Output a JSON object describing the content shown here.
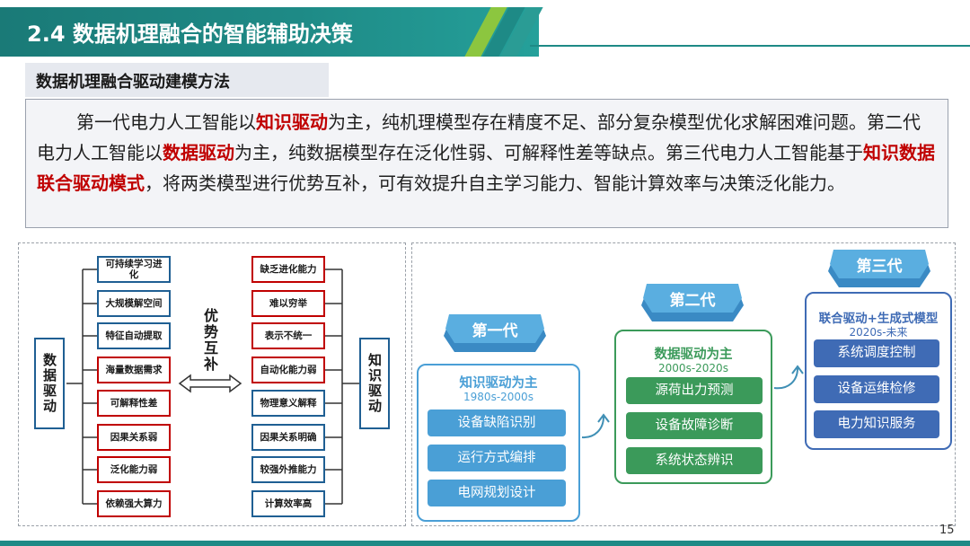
{
  "header": {
    "title": "2.4 数据机理融合的智能辅助决策"
  },
  "section": {
    "subtitle": "数据机理融合驱动建模方法"
  },
  "intro": {
    "p1": "第一代电力人工智能以",
    "h1": "知识驱动",
    "p2": "为主，纯机理模型存在精度不足、部分复杂模型优化求解困难问题。第二代电力人工智能以",
    "h2": "数据驱动",
    "p3": "为主，纯数据模型存在泛化性弱、可解释性差等缺点。第三代电力人工智能基于",
    "h3": "知识数据联合驱动模式",
    "p4": "，将两类模型进行优势互补，可有效提升自主学习能力、智能计算效率与决策泛化能力。"
  },
  "comparison": {
    "data_driven_label": "数据驱动",
    "knowledge_driven_label": "知识驱动",
    "center_label": "优势互补",
    "data_items": [
      "可持续学习进化",
      "大规模解空间",
      "特征自动提取",
      "海量数据需求",
      "可解释性差",
      "因果关系弱",
      "泛化能力弱",
      "依赖强大算力"
    ],
    "knowledge_items": [
      "缺乏进化能力",
      "难以穷举",
      "表示不统一",
      "自动化能力弱",
      "物理意义解释",
      "因果关系明确",
      "较强外推能力",
      "计算效率高"
    ]
  },
  "generations": {
    "gen1": {
      "badge": "第一代",
      "title": "知识驱动为主",
      "years": "1980s-2000s",
      "items": [
        "设备缺陷识别",
        "运行方式编排",
        "电网规划设计"
      ]
    },
    "gen2": {
      "badge": "第二代",
      "title": "数据驱动为主",
      "years": "2000s-2020s",
      "items": [
        "源荷出力预测",
        "设备故障诊断",
        "系统状态辨识"
      ]
    },
    "gen3": {
      "badge": "第三代",
      "title": "联合驱动+生成式模型",
      "years": "2020s-未来",
      "items": [
        "系统调度控制",
        "设备运维检修",
        "电力知识服务"
      ]
    }
  },
  "colors": {
    "teal": "#1e8a86",
    "gen1": "#4a9fd6",
    "gen2": "#3b9a5a",
    "gen3": "#3f6bb5",
    "highlight": "#c00000"
  },
  "footer": {
    "page": "15"
  }
}
